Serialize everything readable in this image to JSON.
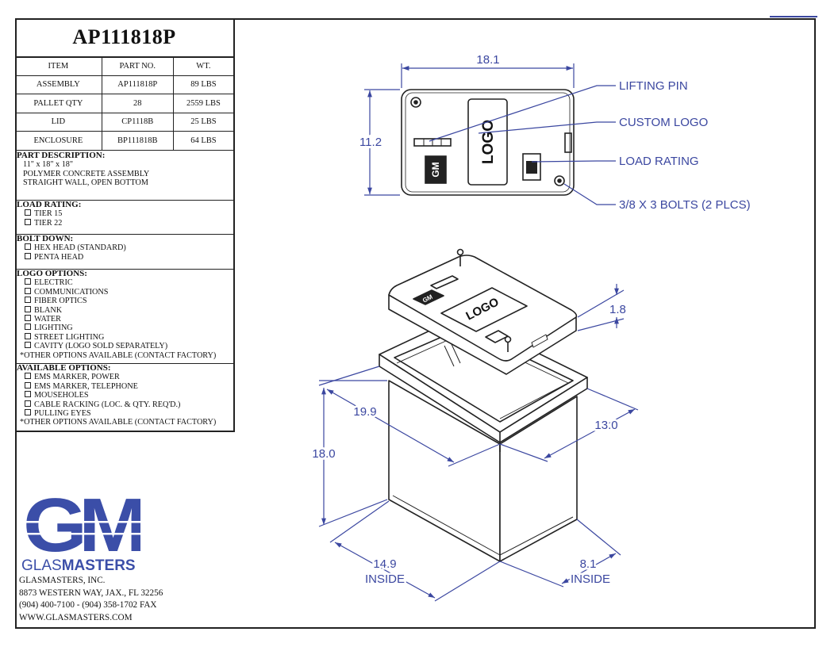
{
  "title": "AP111818P",
  "spec_table": {
    "headers": [
      "ITEM",
      "PART NO.",
      "WT."
    ],
    "rows": [
      [
        "ASSEMBLY",
        "AP111818P",
        "89 LBS"
      ],
      [
        "PALLET QTY",
        "28",
        "2559 LBS"
      ],
      [
        "LID",
        "CP1118B",
        "25 LBS"
      ],
      [
        "ENCLOSURE",
        "BP111818B",
        "64 LBS"
      ]
    ]
  },
  "part_description": {
    "heading": "PART DESCRIPTION:",
    "lines": [
      "11\" x 18\" x 18\"",
      "POLYMER CONCRETE ASSEMBLY",
      "STRAIGHT WALL, OPEN BOTTOM"
    ]
  },
  "load_rating": {
    "heading": "LOAD RATING:",
    "options": [
      "TIER 15",
      "TIER 22"
    ]
  },
  "bolt_down": {
    "heading": "BOLT DOWN:",
    "options": [
      "HEX HEAD (STANDARD)",
      "PENTA HEAD"
    ]
  },
  "logo_options": {
    "heading": "LOGO OPTIONS:",
    "options": [
      "ELECTRIC",
      "COMMUNICATIONS",
      "FIBER OPTICS",
      "BLANK",
      "WATER",
      "LIGHTING",
      "STREET LIGHTING",
      "CAVITY (LOGO SOLD SEPARATELY)"
    ],
    "note": "*OTHER OPTIONS AVAILABLE (CONTACT FACTORY)"
  },
  "available_options": {
    "heading": "AVAILABLE OPTIONS:",
    "options": [
      "EMS MARKER, POWER",
      "EMS MARKER, TELEPHONE",
      "MOUSEHOLES",
      "CABLE RACKING (LOC. & QTY. REQ'D.)",
      "PULLING EYES"
    ],
    "note": "*OTHER OPTIONS AVAILABLE (CONTACT FACTORY)"
  },
  "brand": {
    "monogram": "GM",
    "wordmark_light": "GLAS",
    "wordmark_bold": "MASTERS",
    "blue": "#3b4ea8",
    "light_blue": "#8f9fd6"
  },
  "company": {
    "name": "GLASMASTERS, INC.",
    "address": "8873 WESTERN WAY, JAX., FL 32256",
    "phone": "(904) 400-7100 - (904) 358-1702 FAX",
    "web": "WWW.GLASMASTERS.COM"
  },
  "drawing": {
    "dimension_color": "#3b47a0",
    "top_view": {
      "width_dim": "18.1",
      "height_dim": "11.2",
      "callouts": [
        "LIFTING PIN",
        "CUSTOM LOGO",
        "LOAD RATING",
        "3/8 X 3 BOLTS (2 PLCS)"
      ],
      "logo_text": "LOGO",
      "gm_mark": "GM"
    },
    "iso_view": {
      "lid_thickness": "1.8",
      "length": "19.9",
      "depth": "13.0",
      "height": "18.0",
      "inside_length": "14.9",
      "inside_depth": "8.1",
      "inside_label": "INSIDE",
      "logo_text": "LOGO",
      "gm_mark": "GM"
    }
  }
}
